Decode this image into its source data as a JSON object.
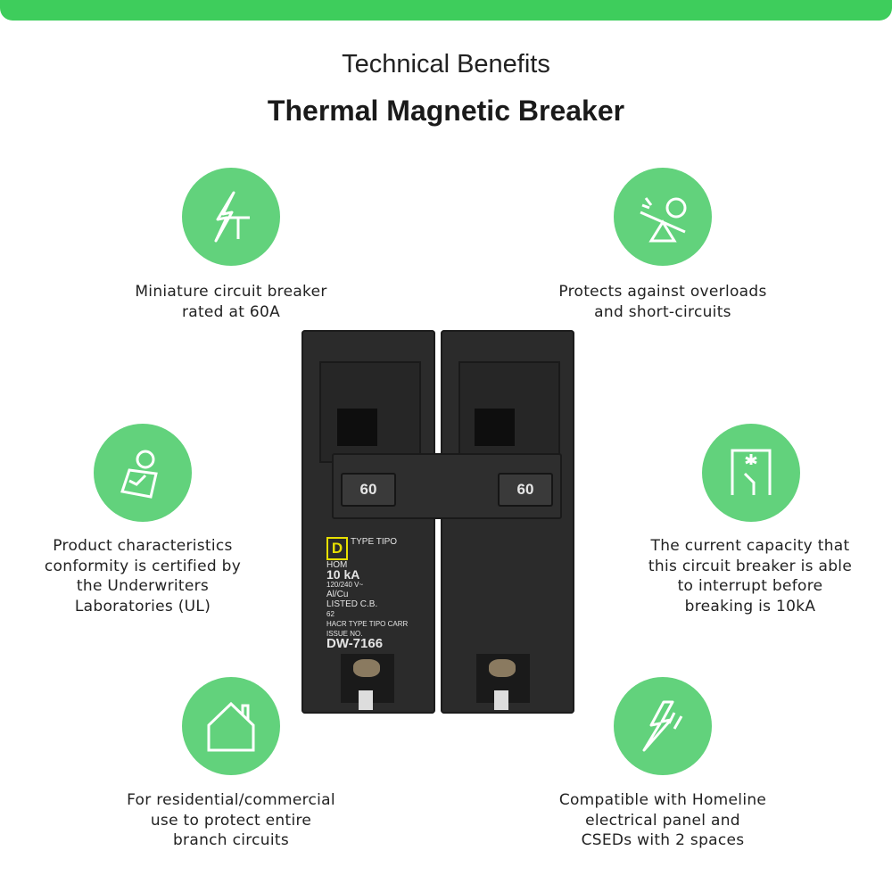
{
  "colors": {
    "brand_green": "#3ecd5c",
    "icon_circle": "#62d27c",
    "icon_stroke": "#ffffff"
  },
  "header": {
    "subtitle": "Technical Benefits",
    "title": "Thermal Magnetic Breaker"
  },
  "benefits": [
    {
      "icon": "lightning-pole-icon",
      "text_lines": [
        "Miniature circuit breaker",
        "rated at 60A"
      ]
    },
    {
      "icon": "seesaw-balance-icon",
      "text_lines": [
        "Protects against overloads",
        "and short-circuits"
      ]
    },
    {
      "icon": "certified-document-icon",
      "text_lines": [
        "Product characteristics",
        "conformity is certified by",
        "the Underwriters",
        "Laboratories (UL)"
      ]
    },
    {
      "icon": "breaker-switch-icon",
      "text_lines": [
        "The current capacity that",
        "this circuit breaker is able",
        "to interrupt before",
        "breaking is 10kA"
      ]
    },
    {
      "icon": "house-icon",
      "text_lines": [
        "For residential/commercial",
        "use to protect entire",
        "branch circuits"
      ]
    },
    {
      "icon": "lightning-bolts-icon",
      "text_lines": [
        "Compatible with Homeline",
        "electrical panel and",
        "CSEDs with 2 spaces"
      ]
    }
  ],
  "product": {
    "amp_left": "60",
    "amp_right": "60",
    "brand_mark": "D",
    "label_lines": [
      "TYPE TIPO HOM",
      "10 kA",
      "120/240 V~",
      "Al/Cu",
      "LISTED C.B.",
      "62",
      "HACR TYPE TIPO CARR",
      "ISSUE NO.",
      "DW-7166"
    ]
  }
}
